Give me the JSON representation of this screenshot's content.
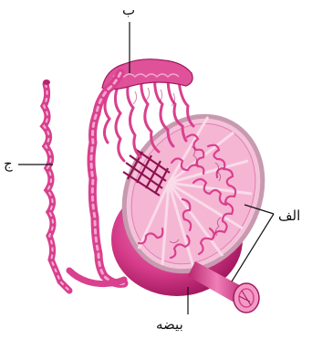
{
  "labels": {
    "b": "ب",
    "j": "ج",
    "alef": "الف",
    "testis": "بیضه"
  },
  "colors": {
    "tubule": "#d9408e",
    "tubule_dark": "#a11a5e",
    "tubule_light": "#f29ac6",
    "testis_body": "#d63c8a",
    "testis_shadow": "#a81a62",
    "lobule_bg": "#f5b6d4",
    "capsule": "#c89ab0",
    "leader_line": "#111111"
  }
}
